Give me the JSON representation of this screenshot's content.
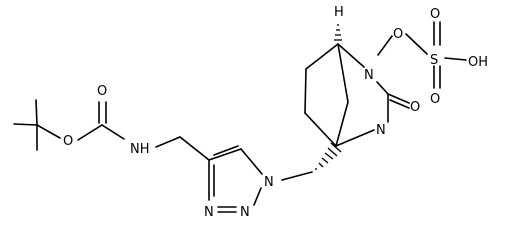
{
  "molecule": {
    "atoms": {
      "o_boc_ether": "O",
      "o_carbonyl_boc": "O",
      "nh_carbamate": "NH",
      "n1_triazole": "N",
      "n2_triazole": "N",
      "n3_triazole": "N",
      "n_amide": "N",
      "n_oxy": "N",
      "o_amide": "O",
      "o_link": "O",
      "s_sulfate": "S",
      "o_s_top": "O",
      "o_s_bottom": "O",
      "oh_sulfate": "OH",
      "h_bridgehead": "H"
    }
  }
}
